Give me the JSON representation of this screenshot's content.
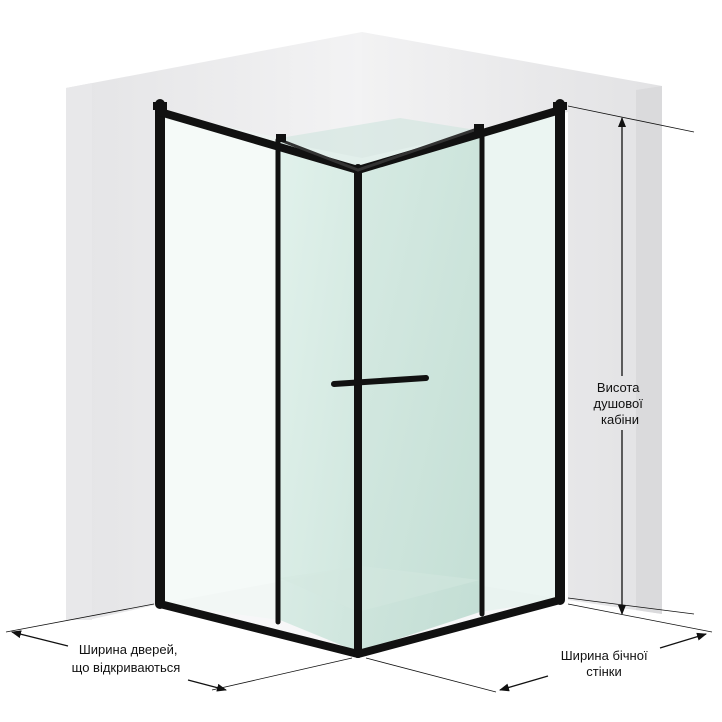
{
  "labels": {
    "height": [
      "Висота",
      "душової",
      "кабіни"
    ],
    "door_width": [
      "Ширина дверей,",
      "що відкриваються"
    ],
    "side_width": [
      "Ширина бічної",
      "стінки"
    ]
  },
  "colors": {
    "frame": "#111111",
    "glass": "#cfe5dd",
    "wall_left": "#ececee",
    "wall_right": "#e6e6e8",
    "wall_shadow": "#d8d8da",
    "dimension": "#111111"
  }
}
